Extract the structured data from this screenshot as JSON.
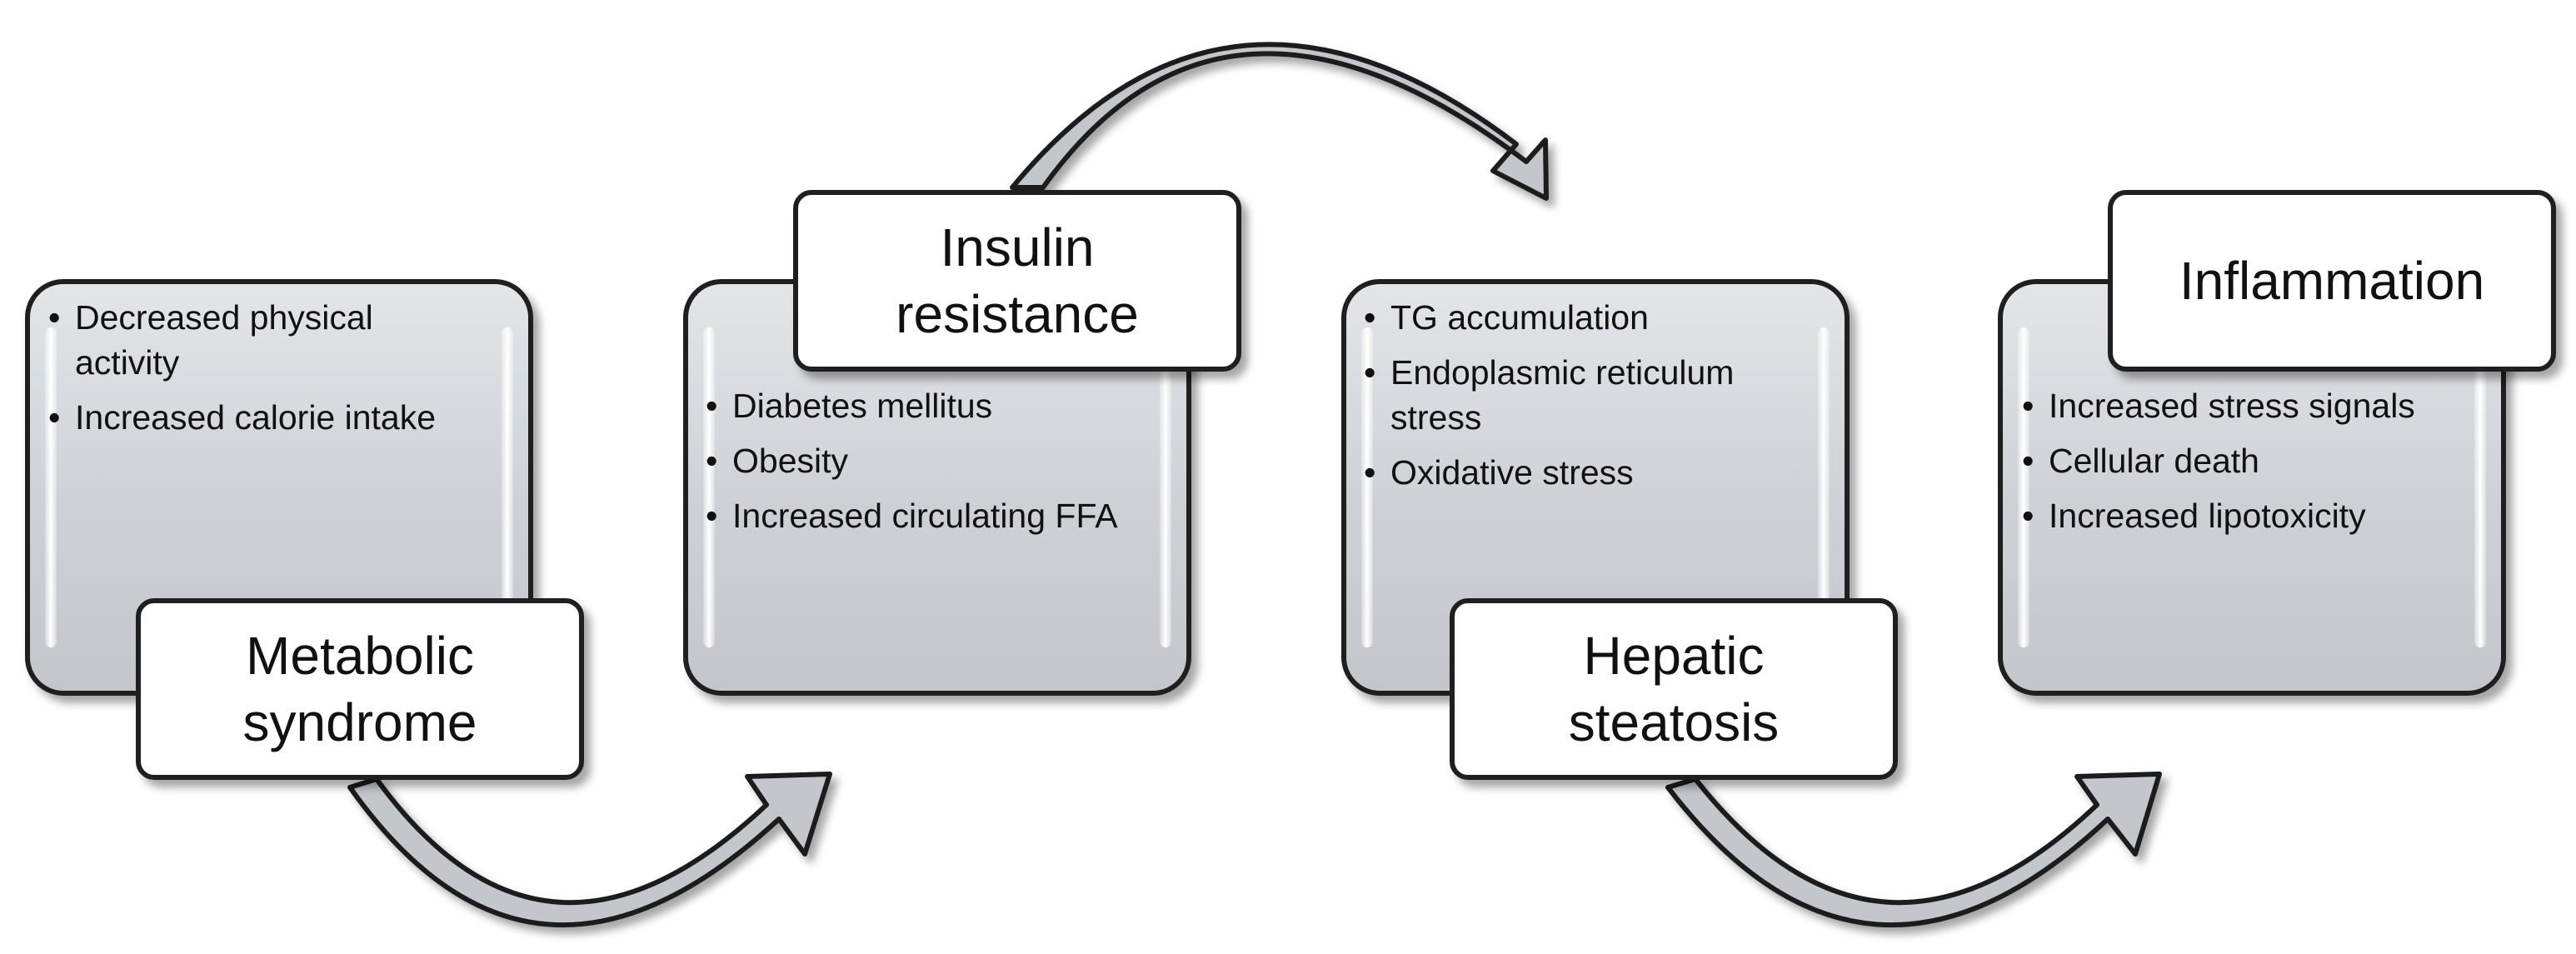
{
  "stages": [
    {
      "label": "Metabolic syndrome",
      "items": [
        "Decreased physical activity",
        "Increased calorie intake"
      ]
    },
    {
      "label": "Insulin resistance",
      "items": [
        "Diabetes mellitus",
        "Obesity",
        "Increased circulating FFA"
      ]
    },
    {
      "label": "Hepatic steatosis",
      "items": [
        "TG accumulation",
        "Endoplasmic reticulum stress",
        "Oxidative stress"
      ]
    },
    {
      "label": "Inflammation",
      "items": [
        "Increased stress signals",
        "Cellular death",
        "Increased lipotoxicity"
      ]
    }
  ],
  "colors": {
    "panel_fill": "#c8ccd0",
    "outline": "#1f1f1f",
    "arrow_fill": "#c3c7cb",
    "label_fill": "#ffffff"
  }
}
